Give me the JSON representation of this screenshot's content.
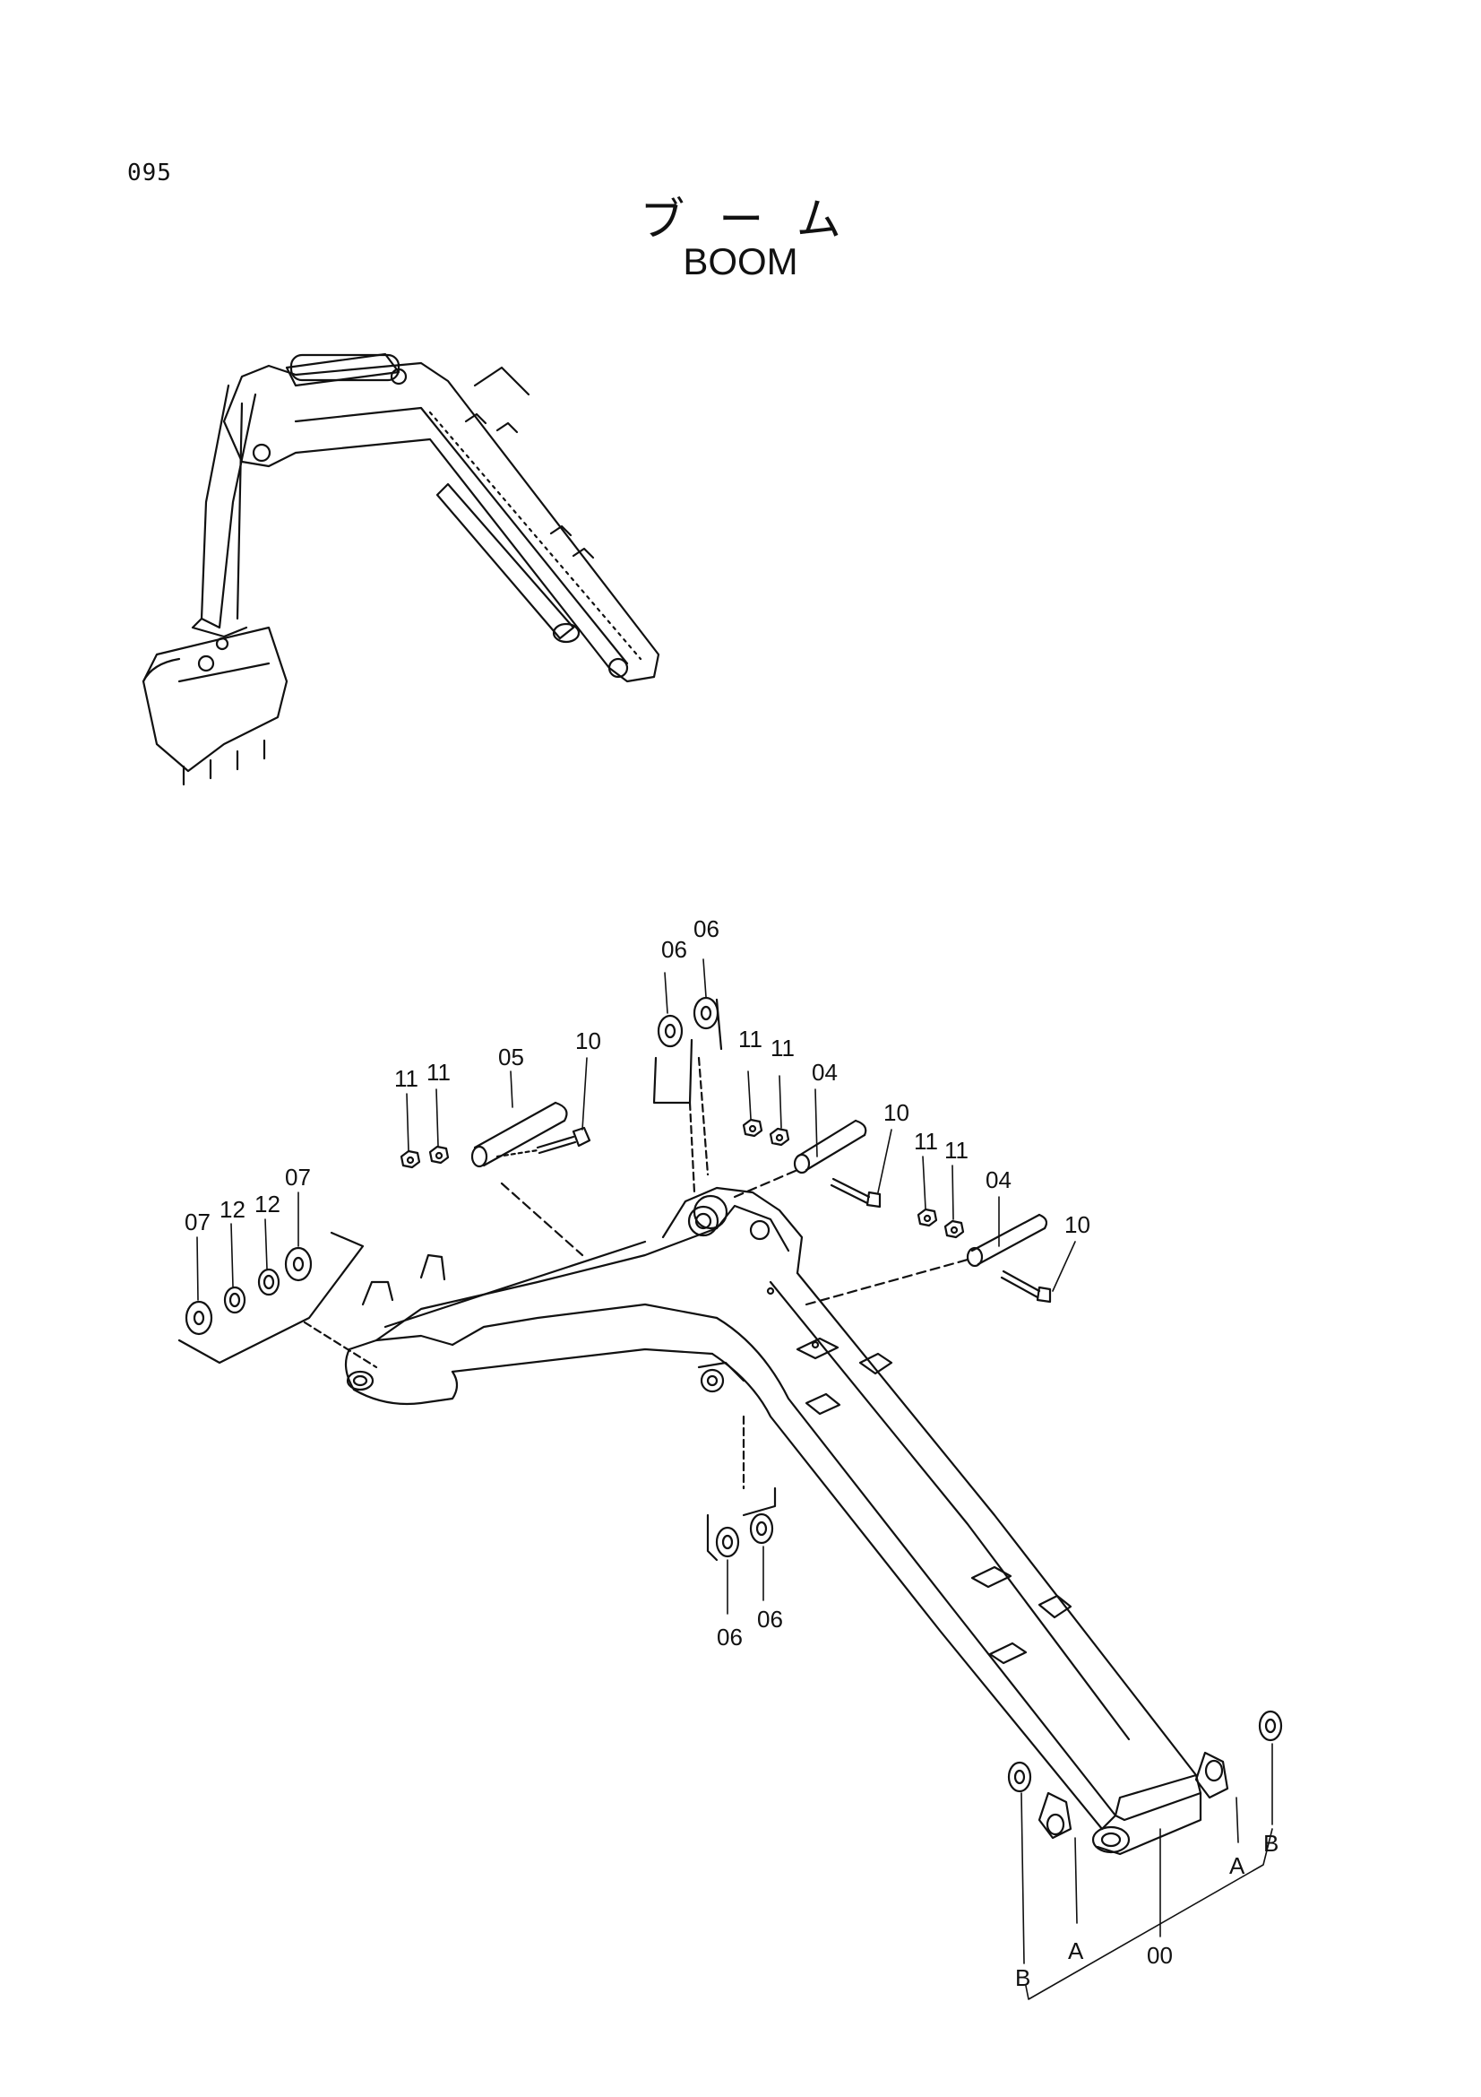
{
  "header": {
    "page_number": "095",
    "title_jp": "ブーム",
    "title_en": "BOOM"
  },
  "callouts": [
    {
      "id": "c1",
      "label": "06"
    },
    {
      "id": "c2",
      "label": "06"
    },
    {
      "id": "c3",
      "label": "11"
    },
    {
      "id": "c4",
      "label": "11"
    },
    {
      "id": "c5",
      "label": "05"
    },
    {
      "id": "c6",
      "label": "10"
    },
    {
      "id": "c7",
      "label": "11"
    },
    {
      "id": "c8",
      "label": "11"
    },
    {
      "id": "c9",
      "label": "04"
    },
    {
      "id": "c10",
      "label": "10"
    },
    {
      "id": "c11",
      "label": "11"
    },
    {
      "id": "c12",
      "label": "11"
    },
    {
      "id": "c13",
      "label": "04"
    },
    {
      "id": "c14",
      "label": "10"
    },
    {
      "id": "c15",
      "label": "07"
    },
    {
      "id": "c16",
      "label": "12"
    },
    {
      "id": "c17",
      "label": "12"
    },
    {
      "id": "c18",
      "label": "07"
    },
    {
      "id": "c19",
      "label": "06"
    },
    {
      "id": "c20",
      "label": "06"
    },
    {
      "id": "c21",
      "label": "A"
    },
    {
      "id": "c22",
      "label": "B"
    },
    {
      "id": "c23",
      "label": "B"
    },
    {
      "id": "c24",
      "label": "A"
    },
    {
      "id": "c25",
      "label": "00"
    }
  ]
}
